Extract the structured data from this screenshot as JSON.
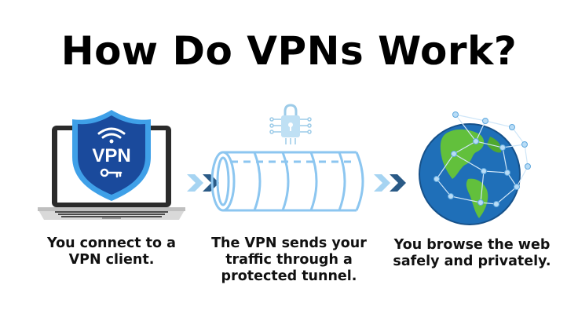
{
  "title": "How Do VPNs Work?",
  "steps": [
    {
      "icon": "laptop-vpn-shield-icon",
      "badge": "VPN",
      "caption": [
        "You connect to a",
        "VPN client."
      ]
    },
    {
      "icon": "tunnel-icon",
      "caption": [
        "The VPN sends your",
        "traffic through a",
        "protected tunnel."
      ]
    },
    {
      "icon": "globe-network-icon",
      "caption": [
        "You browse the web",
        "safely and privately."
      ]
    }
  ],
  "connectors": [
    "double-chevron-arrow-icon",
    "double-chevron-arrow-icon"
  ],
  "colors": {
    "shield": "#1a4a9c",
    "shield_border": "#3fa0e8",
    "tunnel_stroke": "#8cc6f0",
    "chevron_light": "#a6d4f2",
    "chevron_dark": "#2a5a86",
    "ocean": "#1f6fb8",
    "land": "#62c03c"
  }
}
